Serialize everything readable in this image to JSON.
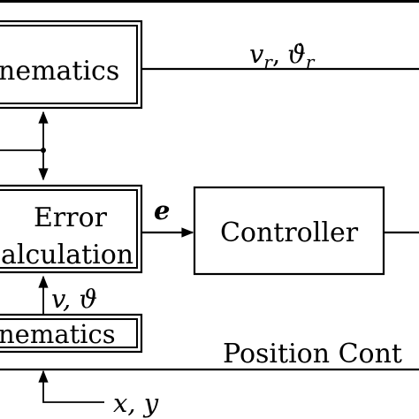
{
  "blocks": {
    "kinematics_top": "nematics",
    "error_line1": "Error",
    "error_line2": "alculation",
    "controller": "Controller",
    "kinematics_bottom": "nematics"
  },
  "signals": {
    "reference_v": "v",
    "reference_v_sub": "r",
    "reference_sep": ",",
    "reference_theta": "ϑ̇",
    "reference_theta_sub": "r",
    "error": "e",
    "feedback": "v, ϑ",
    "position": "x, y"
  },
  "region_label": "Position Cont"
}
